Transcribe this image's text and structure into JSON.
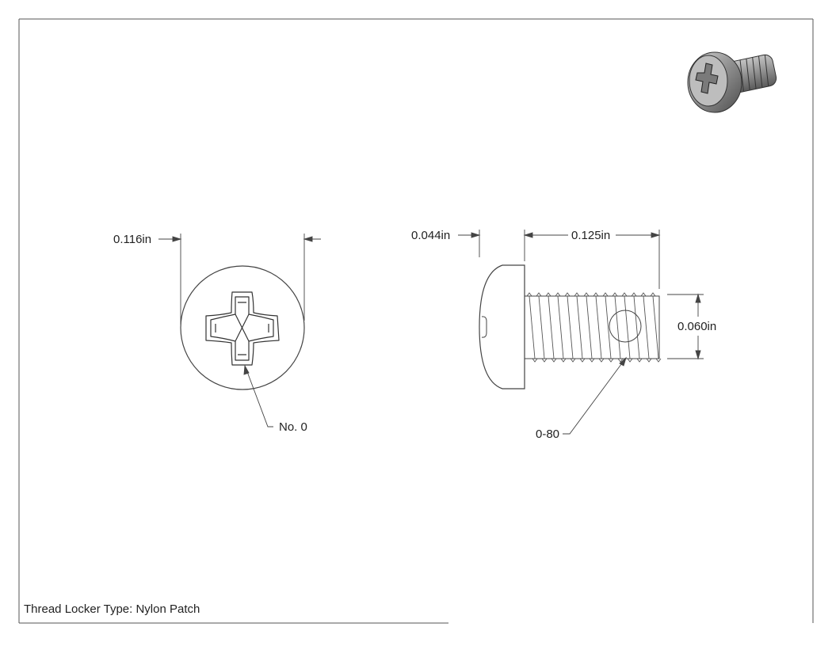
{
  "dimensions": {
    "head_diameter": "0.116in",
    "head_height": "0.044in",
    "thread_length": "0.125in",
    "thread_diameter": "0.060in"
  },
  "callouts": {
    "drive_size": "No. 0",
    "thread_size": "0-80"
  },
  "notes": {
    "thread_locker": "Thread Locker Type: Nylon Patch"
  }
}
